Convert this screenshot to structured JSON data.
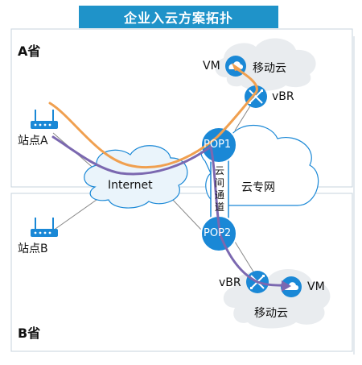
{
  "title": "企业入云方案拓扑",
  "regions": {
    "a": "A省",
    "b": "B省"
  },
  "sites": {
    "a": "站点A",
    "b": "站点B"
  },
  "internet": "Internet",
  "pop1": "POP1",
  "pop2": "POP2",
  "cloud_tunnel": "云间通道",
  "private_cloud": "云专网",
  "vbr_top": "vBR",
  "vbr_bottom": "vBR",
  "vm_top": "VM",
  "vm_bottom": "VM",
  "mobile_cloud_top": "移动云",
  "mobile_cloud_bottom": "移动云",
  "colors": {
    "title_bg": "#1f93c9",
    "node_blue": "#1a88d6",
    "path_orange": "#f0a050",
    "path_purple": "#7b68b0",
    "cloud_fill": "#eaf4fb",
    "gray_cloud": "#e9ecef"
  }
}
